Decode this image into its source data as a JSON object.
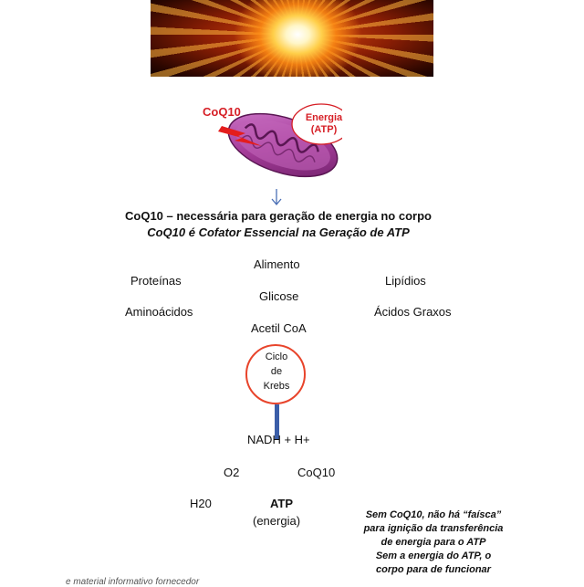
{
  "hero": {
    "icon": "sun-burst-image"
  },
  "mitochondrion": {
    "coq10_label": "CoQ10",
    "energy_label_line1": "Energia",
    "energy_label_line2": "(ATP)",
    "accent_color": "#d61f26",
    "body_color": "#a63d9a"
  },
  "headline": {
    "line1": "CoQ10 – necessária para geração de energia no corpo",
    "line2": "CoQ10 é Cofator Essencial na Geração de ATP"
  },
  "pathway": {
    "alimento": "Alimento",
    "proteinas": "Proteínas",
    "lipidios": "Lipídios",
    "glicose": "Glicose",
    "aminoacidos": "Aminoácidos",
    "acidos_graxos": "Ácidos Graxos",
    "acetil_coa": "Acetil CoA",
    "krebs_line1": "Ciclo",
    "krebs_line2": "de",
    "krebs_line3": "Krebs",
    "nadh": "NADH + H+",
    "o2": "O2",
    "coq10": "CoQ10",
    "h2o": "H20",
    "atp": "ATP",
    "atp_sub": "(energia)"
  },
  "note": {
    "line1": "Sem CoQ10, não há “faísca”",
    "line2": "para ignição da transferência",
    "line3": "de energia para o ATP",
    "line4": "Sem a energia do ATP, o",
    "line5": "corpo para de funcionar"
  },
  "footer": {
    "text": "e material informativo fornecedor"
  },
  "colors": {
    "krebs_circle": "#e8442b",
    "connector_bar": "#3b5ea8",
    "arrow": "#4a6fb5"
  }
}
